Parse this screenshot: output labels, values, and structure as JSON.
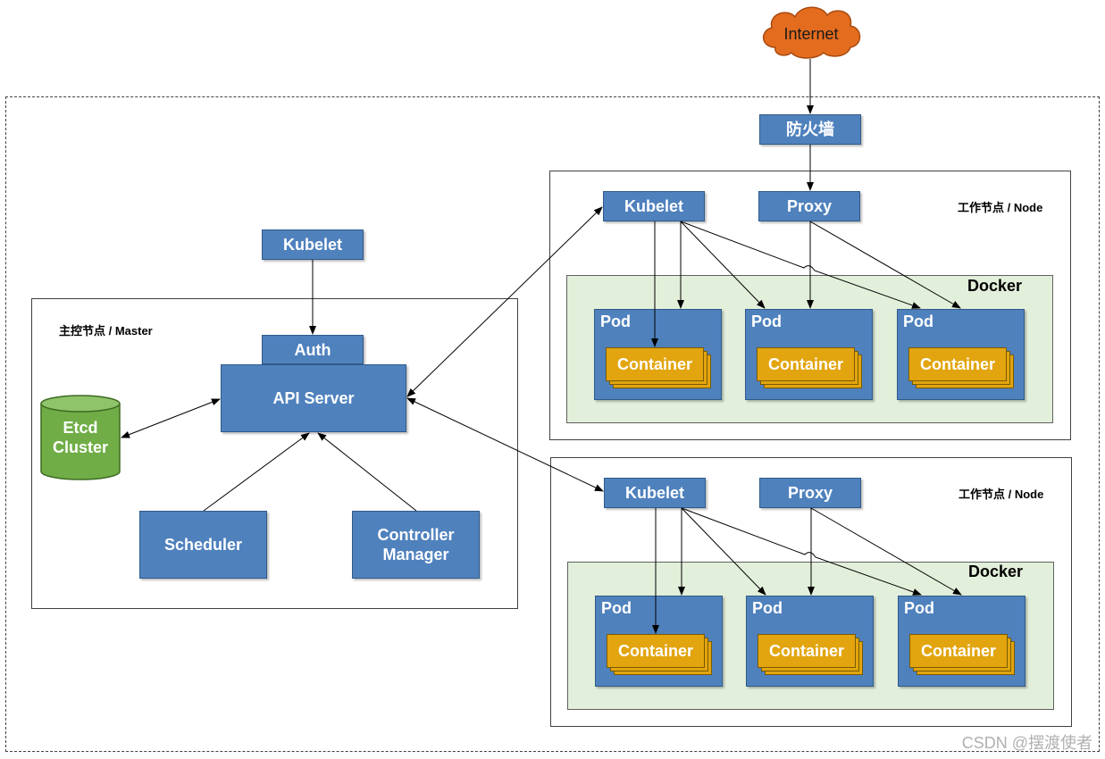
{
  "internet": "Internet",
  "firewall": "防火墙",
  "master": {
    "label": "主控节点 / Master",
    "kubelet": "Kubelet",
    "auth": "Auth",
    "api_server": "API Server",
    "etcd": "Etcd Cluster",
    "scheduler": "Scheduler",
    "controller_manager": "Controller Manager"
  },
  "nodes": [
    {
      "label": "工作节点 / Node",
      "kubelet": "Kubelet",
      "proxy": "Proxy",
      "docker": "Docker",
      "pods": [
        {
          "label": "Pod",
          "container": "Container"
        },
        {
          "label": "Pod",
          "container": "Container"
        },
        {
          "label": "Pod",
          "container": "Container"
        }
      ]
    },
    {
      "label": "工作节点 / Node",
      "kubelet": "Kubelet",
      "proxy": "Proxy",
      "docker": "Docker",
      "pods": [
        {
          "label": "Pod",
          "container": "Container"
        },
        {
          "label": "Pod",
          "container": "Container"
        },
        {
          "label": "Pod",
          "container": "Container"
        }
      ]
    }
  ],
  "watermark": "CSDN @摆渡使者",
  "colors": {
    "box": "#4f81bd",
    "container": "#e2a50f",
    "docker_bg": "#e2efda",
    "etcd": "#70ad47",
    "cloud": "#e46c1f"
  }
}
